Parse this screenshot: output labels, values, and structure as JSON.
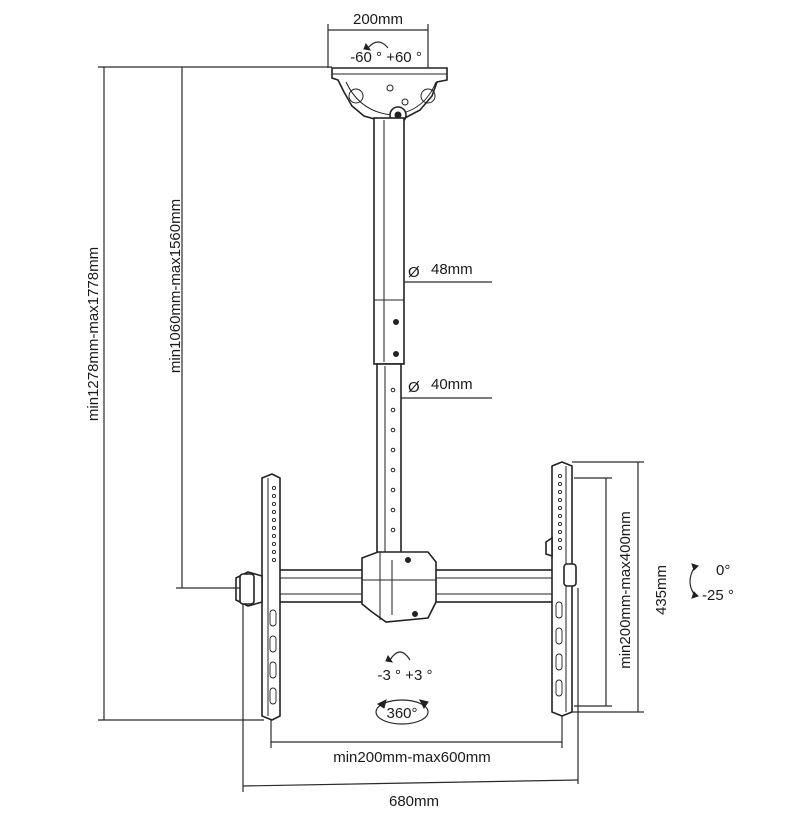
{
  "labels": {
    "top_width": "200mm",
    "swivel_top": "-60 ° +60 °",
    "total_height": "min1278mm-max1778mm",
    "pole_height": "min1060mm-max1560mm",
    "upper_pole_diameter": "48mm",
    "lower_pole_diameter": "40mm",
    "bracket_vertical_range": "min200mm-max400mm",
    "bracket_height": "435mm",
    "tilt_top": "0°",
    "tilt_bottom": "-25 °",
    "roll": "-3 ° +3 °",
    "rotation": "360°",
    "bracket_horizontal_range": "min200mm-max600mm",
    "total_width": "680mm"
  },
  "symbols": {
    "diameter": "Ø"
  }
}
